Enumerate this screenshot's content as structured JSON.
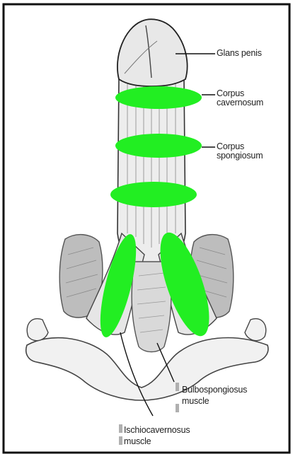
{
  "diagram": {
    "labels": {
      "glans_penis": "Glans penis",
      "corpus_cavernosum_line1": "Corpus",
      "corpus_cavernosum_line2": "cavernosum",
      "corpus_spongiosum_line1": "Corpus",
      "corpus_spongiosum_line2": "spongiosum",
      "bulbospongiosus_line1": "Bulbospongiosus",
      "bulbospongiosus_line2": "muscle",
      "ischiocavernosus_line1": "Ischiocavernosus",
      "ischiocavernosus_line2": "muscle"
    },
    "colors": {
      "highlight": "#22ee22",
      "outline": "#111111",
      "shade": "#9a9a9a",
      "background": "#ffffff"
    }
  }
}
